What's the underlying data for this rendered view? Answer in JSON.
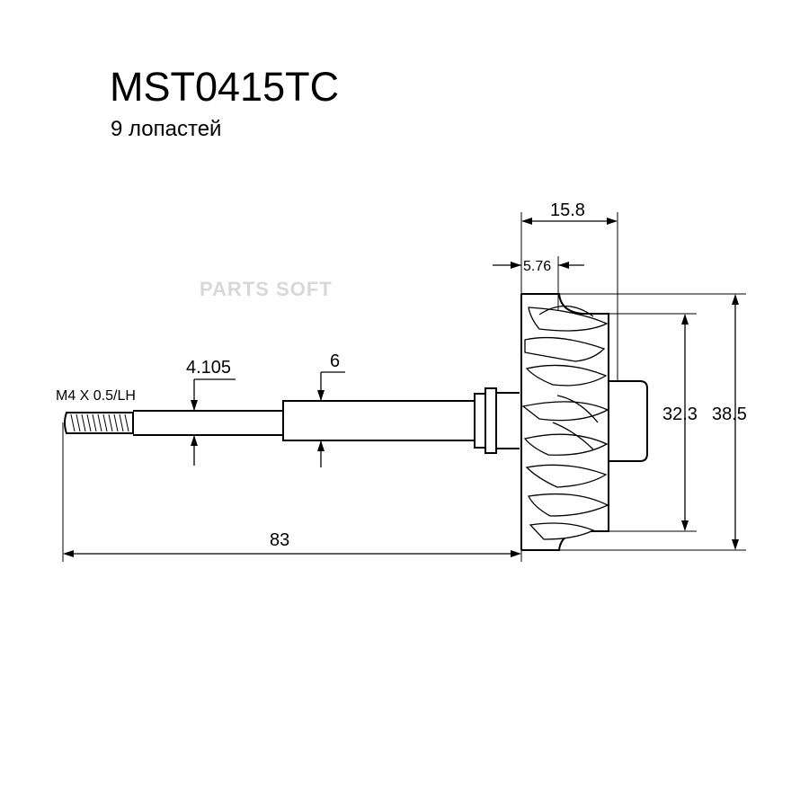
{
  "part_number": "MST0415TC",
  "blade_count_label": "9 лопастей",
  "watermark": "PARTS SOFT",
  "thread_label": "M4 X 0.5/LH",
  "dimensions": {
    "overall_length": "83",
    "thread_shaft_diameter": "4.105",
    "shaft_diameter": "6",
    "wheel_width": "15.8",
    "hub_offset": "5.76",
    "inner_diameter": "32.3",
    "outer_diameter": "38.5"
  },
  "colors": {
    "line": "#000000",
    "background": "#ffffff",
    "watermark": "#d8d8d8"
  }
}
